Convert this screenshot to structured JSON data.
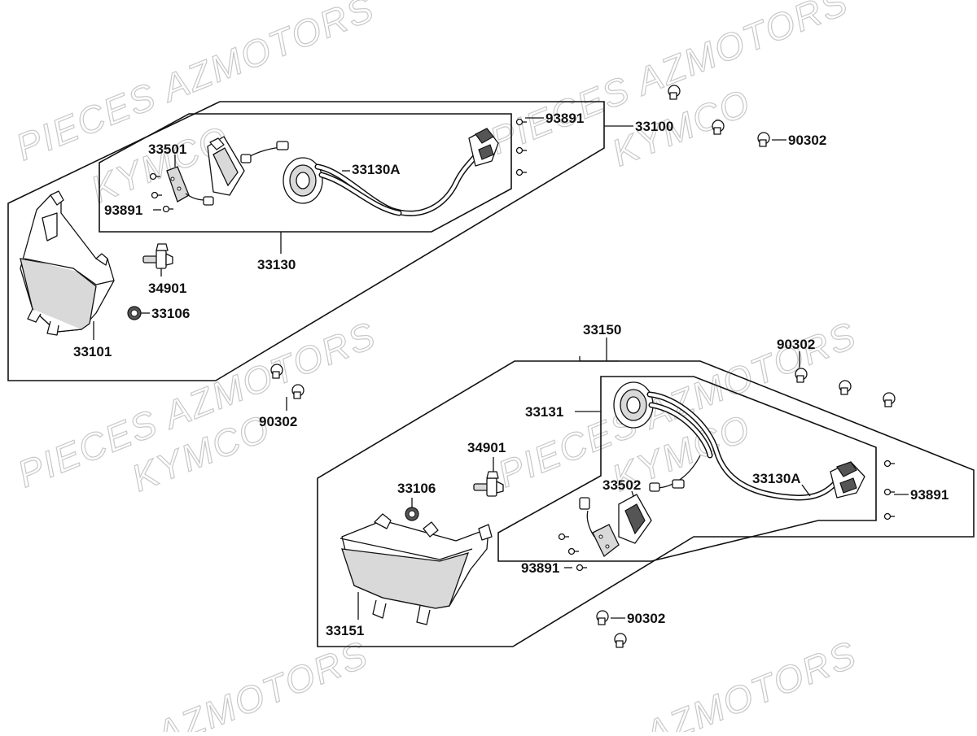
{
  "watermarks": {
    "brand1": "PIECES AZMOTORS",
    "brand2": "KYMCO",
    "partial1": "AZMOTORS",
    "partial2": "AZMOTORS"
  },
  "parts": {
    "upper": {
      "assembly": "33100",
      "unit": "33130",
      "harness": "33130A",
      "board": "33501",
      "screw_a": "93891",
      "screw_b": "93891",
      "bulb": "34901",
      "seal": "33106",
      "lens": "33101",
      "bolt_a": "90302",
      "bolt_b": "90302"
    },
    "lower": {
      "assembly": "33150",
      "unit": "33131",
      "harness": "33130A",
      "board": "33502",
      "screw_a": "93891",
      "screw_b": "93891",
      "bulb": "34901",
      "seal": "33106",
      "lens": "33151",
      "bolt_a": "90302",
      "bolt_b": "90302"
    }
  }
}
